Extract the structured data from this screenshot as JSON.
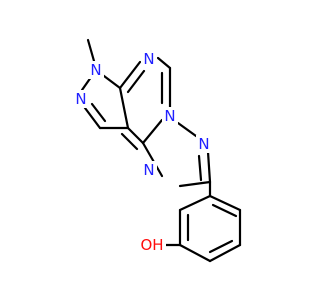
{
  "colors": {
    "bond": "#000000",
    "nitrogen": "#2020ff",
    "oxygen": "#ff0d0d",
    "background": "#ffffff"
  },
  "atoms": {
    "n_methyl": "N",
    "n_pyrimidine_top": "N",
    "n_pyrazole": "N",
    "n_bridge": "N",
    "n_triazole_right": "N",
    "n_triazole_left": "N",
    "hydroxyl": "OH"
  }
}
